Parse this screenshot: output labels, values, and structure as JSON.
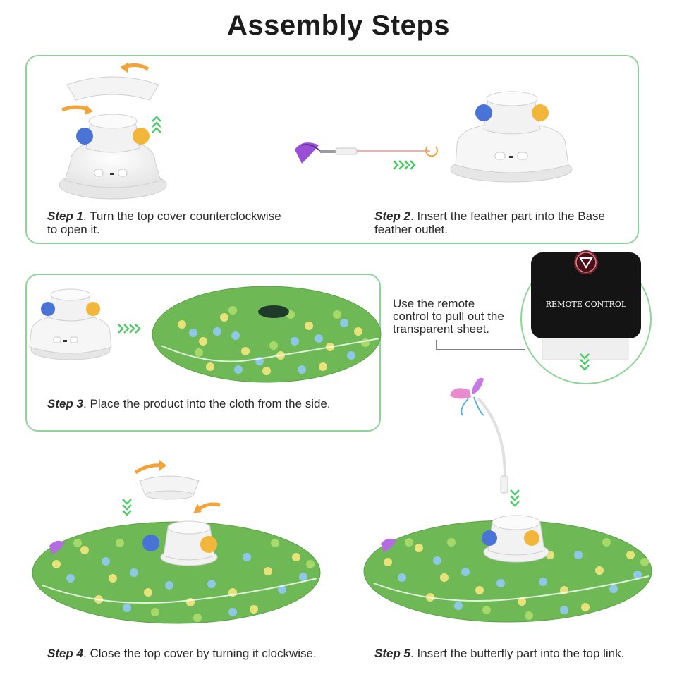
{
  "title": "Assembly Steps",
  "steps": [
    {
      "label": "Step 1",
      "text": ". Turn the top cover counterclockwise",
      "text2": "to open it."
    },
    {
      "label": "Step 2",
      "text": ". Insert the feather part into the Base",
      "text2": "feather outlet."
    },
    {
      "label": "Step 3",
      "text": ". Place the product into the cloth from the side."
    },
    {
      "label": "Step 4",
      "text": ". Close the top cover by turning it clockwise."
    },
    {
      "label": "Step 5",
      "text": ". Insert the butterfly part into the top link."
    }
  ],
  "remote": {
    "line1": "Use the remote",
    "line2": "control to pull out the",
    "line3": "transparent sheet.",
    "device_label": "REMOTE CONTROL"
  },
  "colors": {
    "panel_border": "#8fd39a",
    "arrow_orange": "#f2a33a",
    "arrow_green": "#4fcb6a",
    "mat_green": "#6fb856",
    "ball_blue": "#4a73d8",
    "ball_yellow": "#f2b63a"
  },
  "icons": [
    "rotate-arrow-icon",
    "up-chevrons-icon",
    "right-chevrons-icon",
    "down-chevrons-icon",
    "triangle-button-icon"
  ]
}
